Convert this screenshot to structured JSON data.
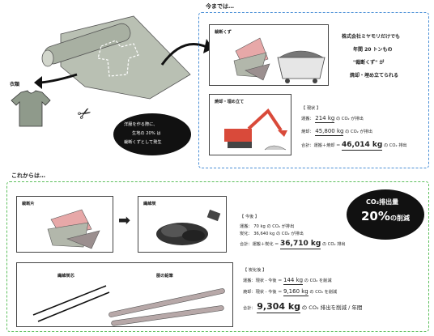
{
  "top": {
    "heading": "今までは…",
    "clothing_label": "衣類",
    "speech": [
      "洋服を作る際に、",
      "生地の 20% は",
      "裁断くずとして発生"
    ],
    "scrap_title": "裁断くず",
    "burn_title": "焼却・埋め立て",
    "company_text": [
      "株式会社ミヤモリだけでも",
      "年間 20 トンもの",
      "\"裁断くず\" が",
      "焼却・埋め立てられる"
    ],
    "status_header": "【 現状 】",
    "transport": {
      "label": "運搬：",
      "value": "214 kg",
      "unit": "の CO₂ が排出"
    },
    "incineration": {
      "label": "焼却：",
      "value": "45,800 kg",
      "unit": "の CO₂ が排出"
    },
    "total": {
      "label": "合計：運搬＋焼却 ＝",
      "value": "46,014 kg",
      "unit": "の CO₂ 排出"
    }
  },
  "bottom": {
    "heading": "これからは…",
    "cut_pieces_title": "裁断片",
    "fiber_charcoal_title": "繊維炭",
    "bubble": {
      "line1": "CO₂排出量",
      "line2": "20%",
      "line3": "の削減"
    },
    "future_header": "【 今後 】",
    "f_transport": {
      "label": "運搬：",
      "value": "70 kg",
      "unit": "の CO₂ が排出"
    },
    "f_carbon": {
      "label": "炭化：",
      "value": "36,640 kg",
      "unit": "の CO₂ が排出"
    },
    "f_total": {
      "label": "合計：運搬＋炭化 ＝",
      "value": "36,710 kg",
      "unit": "の CO₂ 排出"
    },
    "carbonize_header": "【 炭化後 】",
    "r_transport": {
      "label": "運搬：現状 - 今後 ＝",
      "value": "144 kg",
      "unit": "の CO₂ を削減"
    },
    "r_burn": {
      "label": "焼却：現状 - 今後 ＝",
      "value": "9,160 kg",
      "unit": "の CO₂ を削減"
    },
    "r_total": {
      "label": "合計：",
      "value": "9,304 kg",
      "unit": "の CO₂ 排出を削減 / 年間"
    },
    "core_title": "繊維炭芯",
    "pencil_title": "服の鉛筆"
  }
}
